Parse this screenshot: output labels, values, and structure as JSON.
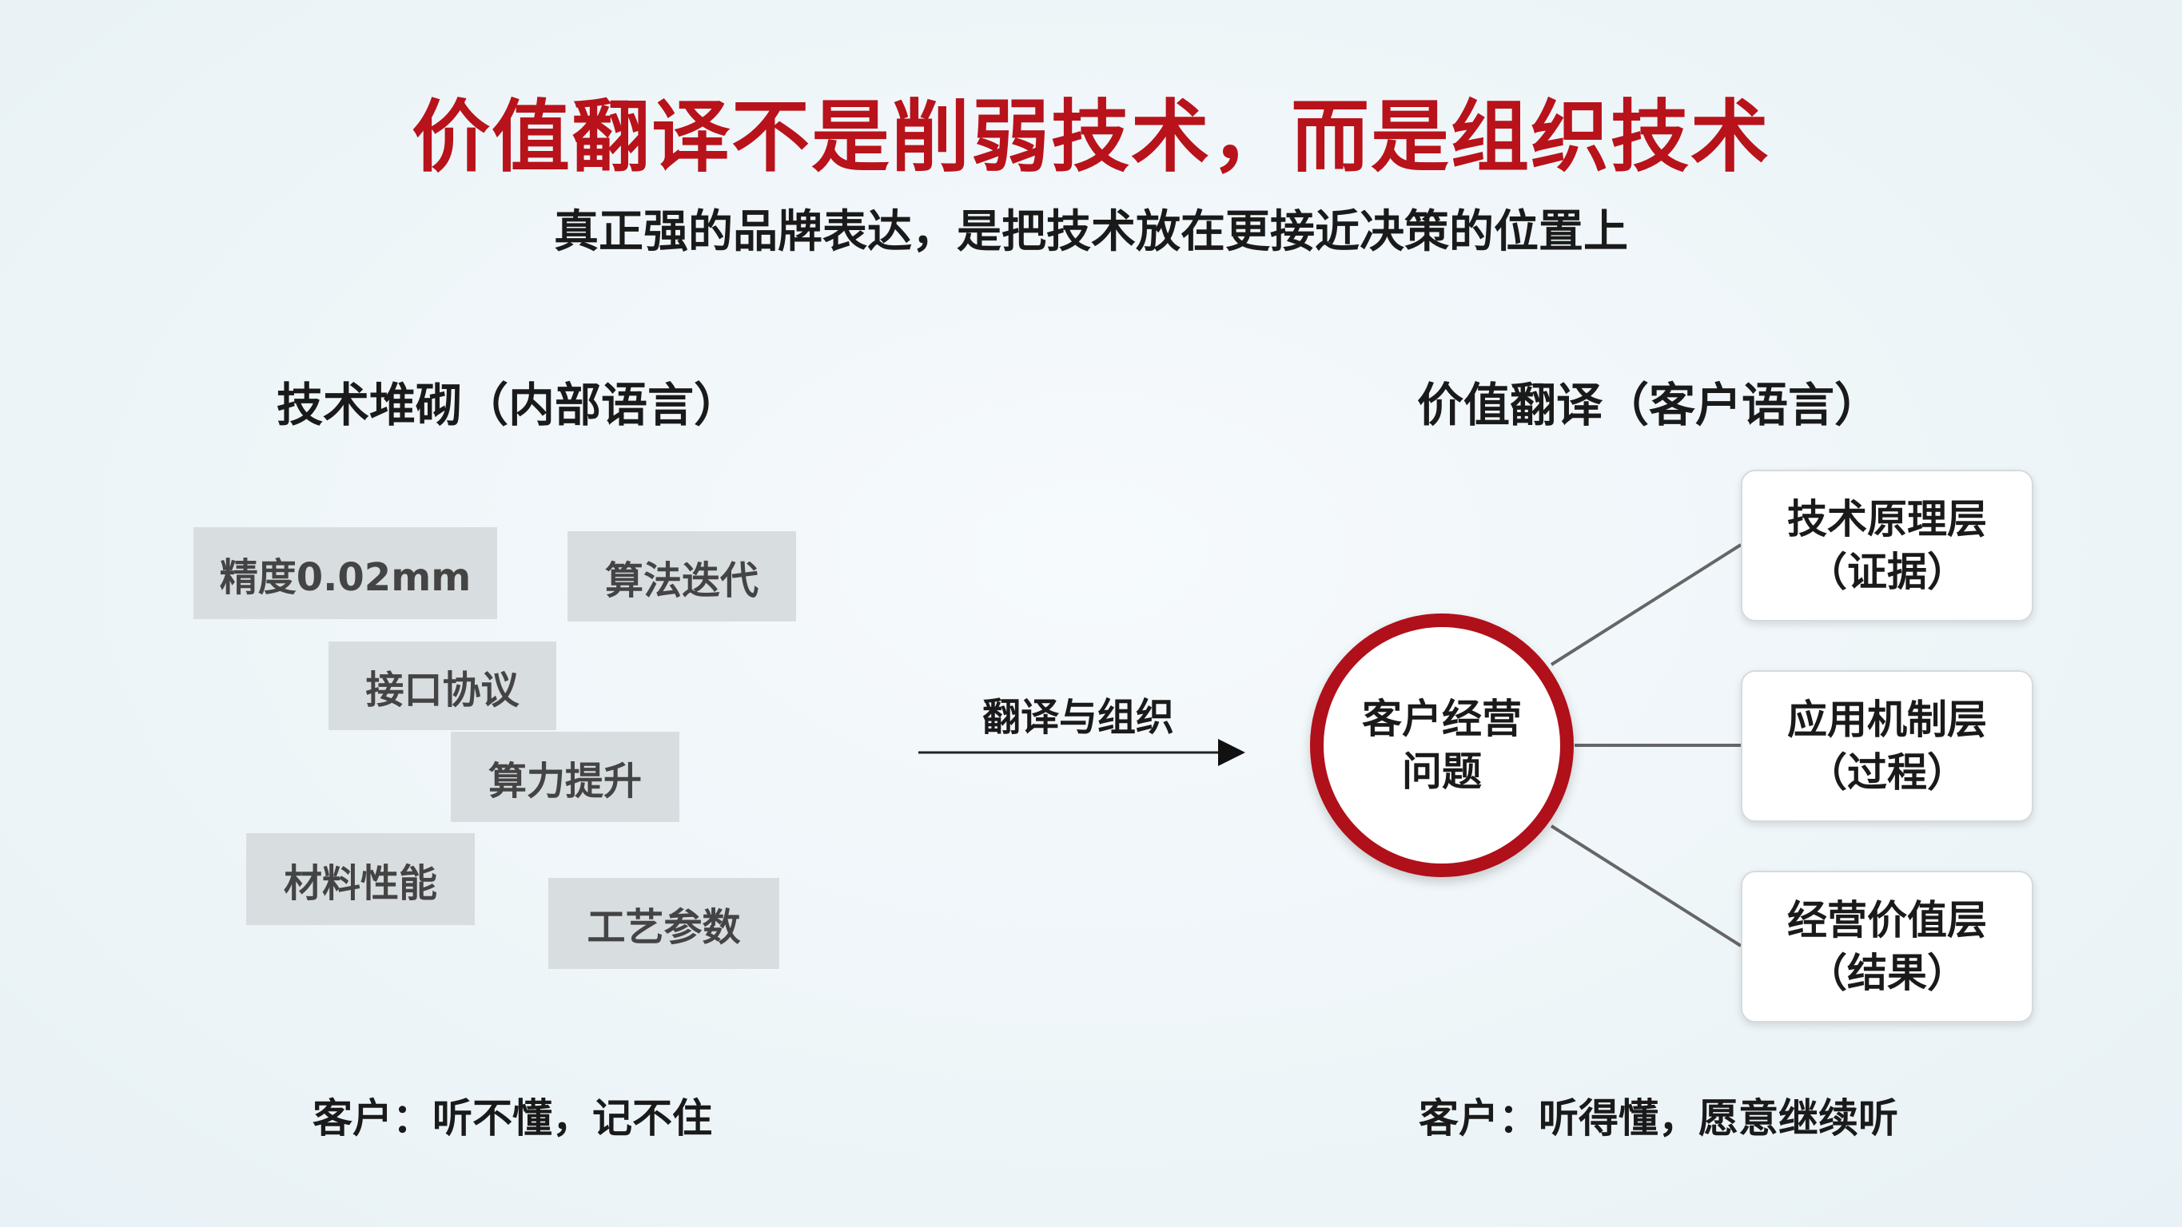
{
  "title": "价值翻译不是削弱技术，而是组织技术",
  "subtitle": "真正强的品牌表达，是把技术放在更接近决策的位置上",
  "left": {
    "heading": "技术堆砌（内部语言）",
    "tags": [
      "精度0.02mm",
      "算法迭代",
      "接口协议",
      "算力提升",
      "材料性能",
      "工艺参数"
    ],
    "caption": "客户：听不懂，记不住"
  },
  "arrow_label": "翻译与组织",
  "right": {
    "heading": "价值翻译（客户语言）",
    "center": {
      "line1": "客户经营",
      "line2": "问题"
    },
    "layers": [
      {
        "name": "技术原理层",
        "note": "（证据）"
      },
      {
        "name": "应用机制层",
        "note": "（过程）"
      },
      {
        "name": "经营价值层",
        "note": "（结果）"
      }
    ],
    "caption": "客户：听得懂，愿意继续听"
  },
  "colors": {
    "accent": "#b8121b",
    "tag_bg": "#d8dde0",
    "background": "#eef5f8"
  }
}
